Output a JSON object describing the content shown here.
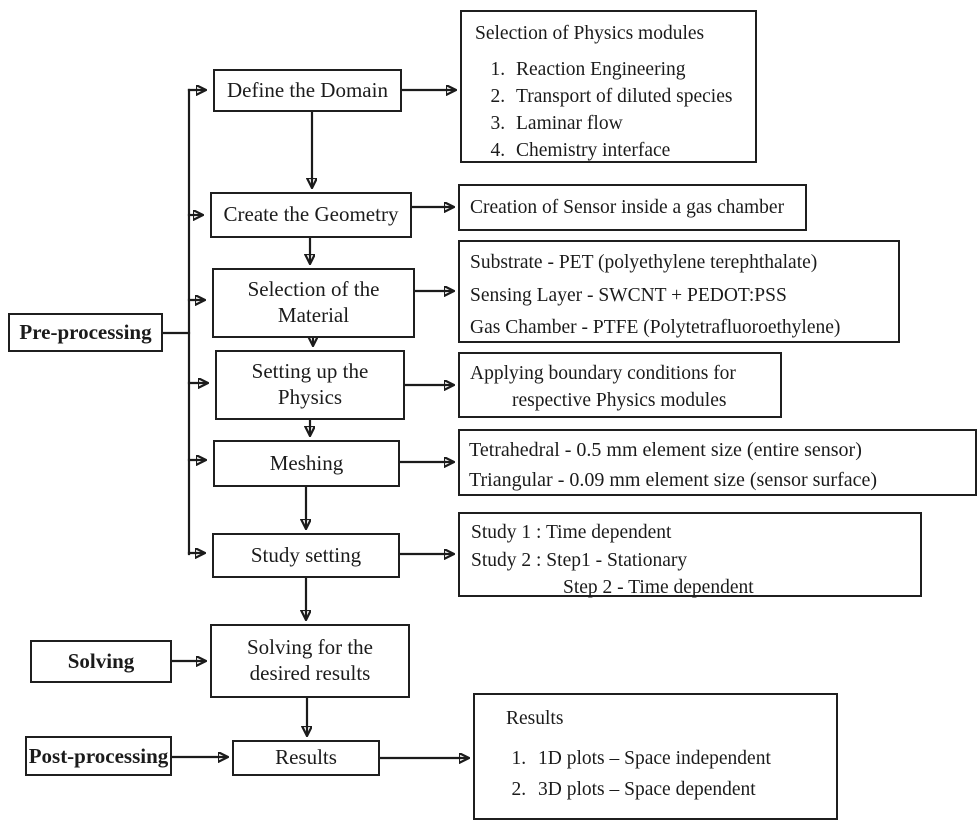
{
  "colors": {
    "ink": "#1b1b1b",
    "background": "#ffffff"
  },
  "stages": {
    "pre_processing": "Pre-processing",
    "solving": "Solving",
    "post_processing": "Post-processing"
  },
  "steps": {
    "define_domain": "Define the Domain",
    "create_geometry": "Create the Geometry",
    "select_material": "Selection of the Material",
    "setup_physics": "Setting up the Physics",
    "meshing": "Meshing",
    "study_setting": "Study setting",
    "solving_results": "Solving for the desired results",
    "results": "Results"
  },
  "details": {
    "physics_modules": {
      "title": "Selection of Physics modules",
      "items": [
        "Reaction Engineering",
        "Transport of diluted species",
        "Laminar flow",
        "Chemistry interface"
      ]
    },
    "geometry": {
      "text": "Creation of Sensor inside a gas chamber"
    },
    "materials": {
      "lines": [
        "Substrate - PET (polyethylene terephthalate)",
        "Sensing Layer - SWCNT + PEDOT:PSS",
        "Gas Chamber - PTFE (Polytetrafluoroethylene)"
      ]
    },
    "boundary_conditions": {
      "lines": [
        "Applying boundary conditions for",
        "respective Physics modules"
      ]
    },
    "mesh": {
      "lines": [
        "Tetrahedral - 0.5 mm element size (entire sensor)",
        "Triangular - 0.09 mm element size (sensor surface)"
      ]
    },
    "study": {
      "lines": [
        "Study 1 : Time dependent",
        "Study 2 : Step1 - Stationary",
        "Step 2 - Time dependent"
      ]
    },
    "results": {
      "title": "Results",
      "items": [
        "1D plots – Space independent",
        "3D plots – Space dependent"
      ]
    }
  }
}
